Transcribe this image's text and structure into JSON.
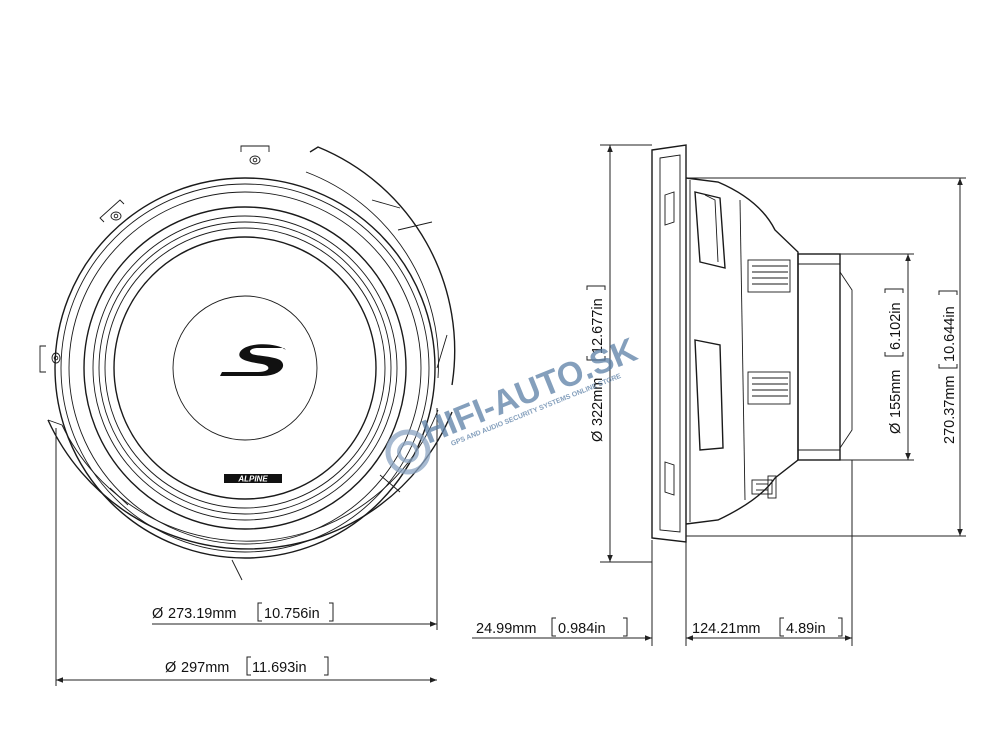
{
  "dimensions": {
    "inner_diameter": {
      "symbol": "Ø",
      "mm": "273.19mm",
      "in": "10.756in"
    },
    "outer_diameter": {
      "symbol": "Ø",
      "mm": "297mm",
      "in": "11.693in"
    },
    "frame_diameter": {
      "symbol": "Ø",
      "mm": "322mm",
      "in": "12.677in"
    },
    "magnet_diameter": {
      "symbol": "Ø",
      "mm": "155mm",
      "in": "6.102in"
    },
    "cutout_height": {
      "mm": "270.37mm",
      "in": "10.644in"
    },
    "flange_depth": {
      "mm": "24.99mm",
      "in": "0.984in"
    },
    "mount_depth": {
      "mm": "124.21mm",
      "in": "4.89in"
    }
  },
  "logos": {
    "cone_logo": "S",
    "brand_text": "ALPINE"
  },
  "watermark": {
    "name": "HIFI-AUTO.SK",
    "tagline": "GPS AND AUDIO SECURITY SYSTEMS ONLINE STORE"
  },
  "colors": {
    "line": "#1a1a1a",
    "watermark": "#5b7fa6"
  }
}
